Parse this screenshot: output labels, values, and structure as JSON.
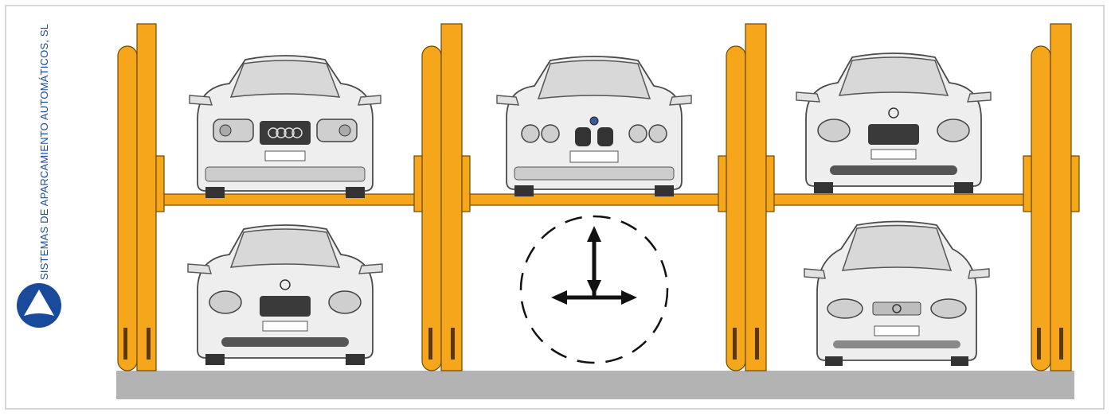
{
  "brand": {
    "name": "SISTEMAS DE APARCAMIENTO AUTOMÁTICOS, SL",
    "logo_icon": "triangle-circle-logo-icon",
    "color": "#1a4a9b"
  },
  "colors": {
    "structure": "#f6a61a",
    "structure_dark": "#5a3a00",
    "floor": "#b3b3b3",
    "car_body": "#eeeeee",
    "car_outline": "#4a4a4a"
  },
  "diagram": {
    "levels": 2,
    "bays": 3,
    "parked_cars_upper": [
      "car-audi-front",
      "car-bmw-front",
      "car-mercedes-c-front"
    ],
    "parked_cars_lower": [
      "car-mercedes-c-front",
      "",
      "car-mercedes-a-front"
    ],
    "empty_bay_icon": "move-arrows-icon"
  }
}
